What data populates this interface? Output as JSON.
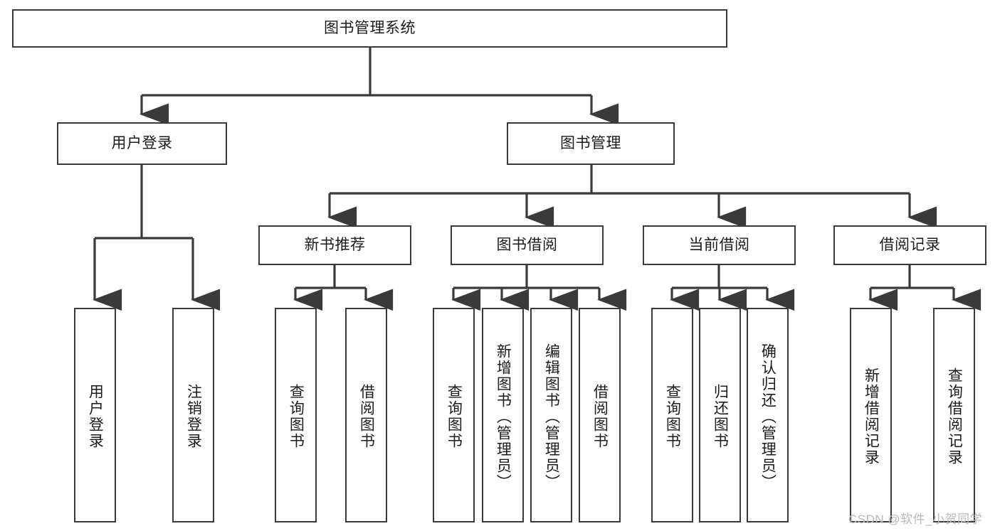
{
  "diagram": {
    "type": "tree-hierarchy",
    "title": "图书管理系统",
    "watermark": "CSDN @软件_小贺同学",
    "colors": {
      "stroke": "#3a3a3a",
      "fill": "#ffffff",
      "text": "#1b1b1b",
      "watermark": "#b9b9b9"
    },
    "nodes": {
      "root": {
        "label": "图书管理系统",
        "level": 0
      },
      "l1": [
        {
          "id": "user-login",
          "label": "用户登录"
        },
        {
          "id": "book-manage",
          "label": "图书管理"
        }
      ],
      "l2": [
        {
          "id": "new-book-recommend",
          "label": "新书推荐",
          "parent": "book-manage"
        },
        {
          "id": "book-borrow",
          "label": "图书借阅",
          "parent": "book-manage"
        },
        {
          "id": "current-borrow",
          "label": "当前借阅",
          "parent": "book-manage"
        },
        {
          "id": "borrow-record",
          "label": "借阅记录",
          "parent": "book-manage"
        }
      ],
      "leaves": [
        {
          "id": "leaf-user-login",
          "label": "用户登录",
          "parent": "user-login"
        },
        {
          "id": "leaf-user-logout",
          "label": "注销登录",
          "parent": "user-login"
        },
        {
          "id": "leaf-query-book-1",
          "label": "查询图书",
          "parent": "new-book-recommend"
        },
        {
          "id": "leaf-borrow-book-1",
          "label": "借阅图书",
          "parent": "new-book-recommend"
        },
        {
          "id": "leaf-query-book-2",
          "label": "查询图书",
          "parent": "book-borrow"
        },
        {
          "id": "leaf-add-book",
          "label": "新增图书（管理员）",
          "parent": "book-borrow"
        },
        {
          "id": "leaf-edit-book",
          "label": "编辑图书（管理员）",
          "parent": "book-borrow"
        },
        {
          "id": "leaf-borrow-book-2",
          "label": "借阅图书",
          "parent": "book-borrow"
        },
        {
          "id": "leaf-query-book-3",
          "label": "查询图书",
          "parent": "current-borrow"
        },
        {
          "id": "leaf-return-book",
          "label": "归还图书",
          "parent": "current-borrow"
        },
        {
          "id": "leaf-confirm-return",
          "label": "确认归还（管理员）",
          "parent": "current-borrow"
        },
        {
          "id": "leaf-add-record",
          "label": "新增借阅记录",
          "parent": "borrow-record"
        },
        {
          "id": "leaf-query-record",
          "label": "查询借阅记录",
          "parent": "borrow-record"
        }
      ]
    }
  }
}
